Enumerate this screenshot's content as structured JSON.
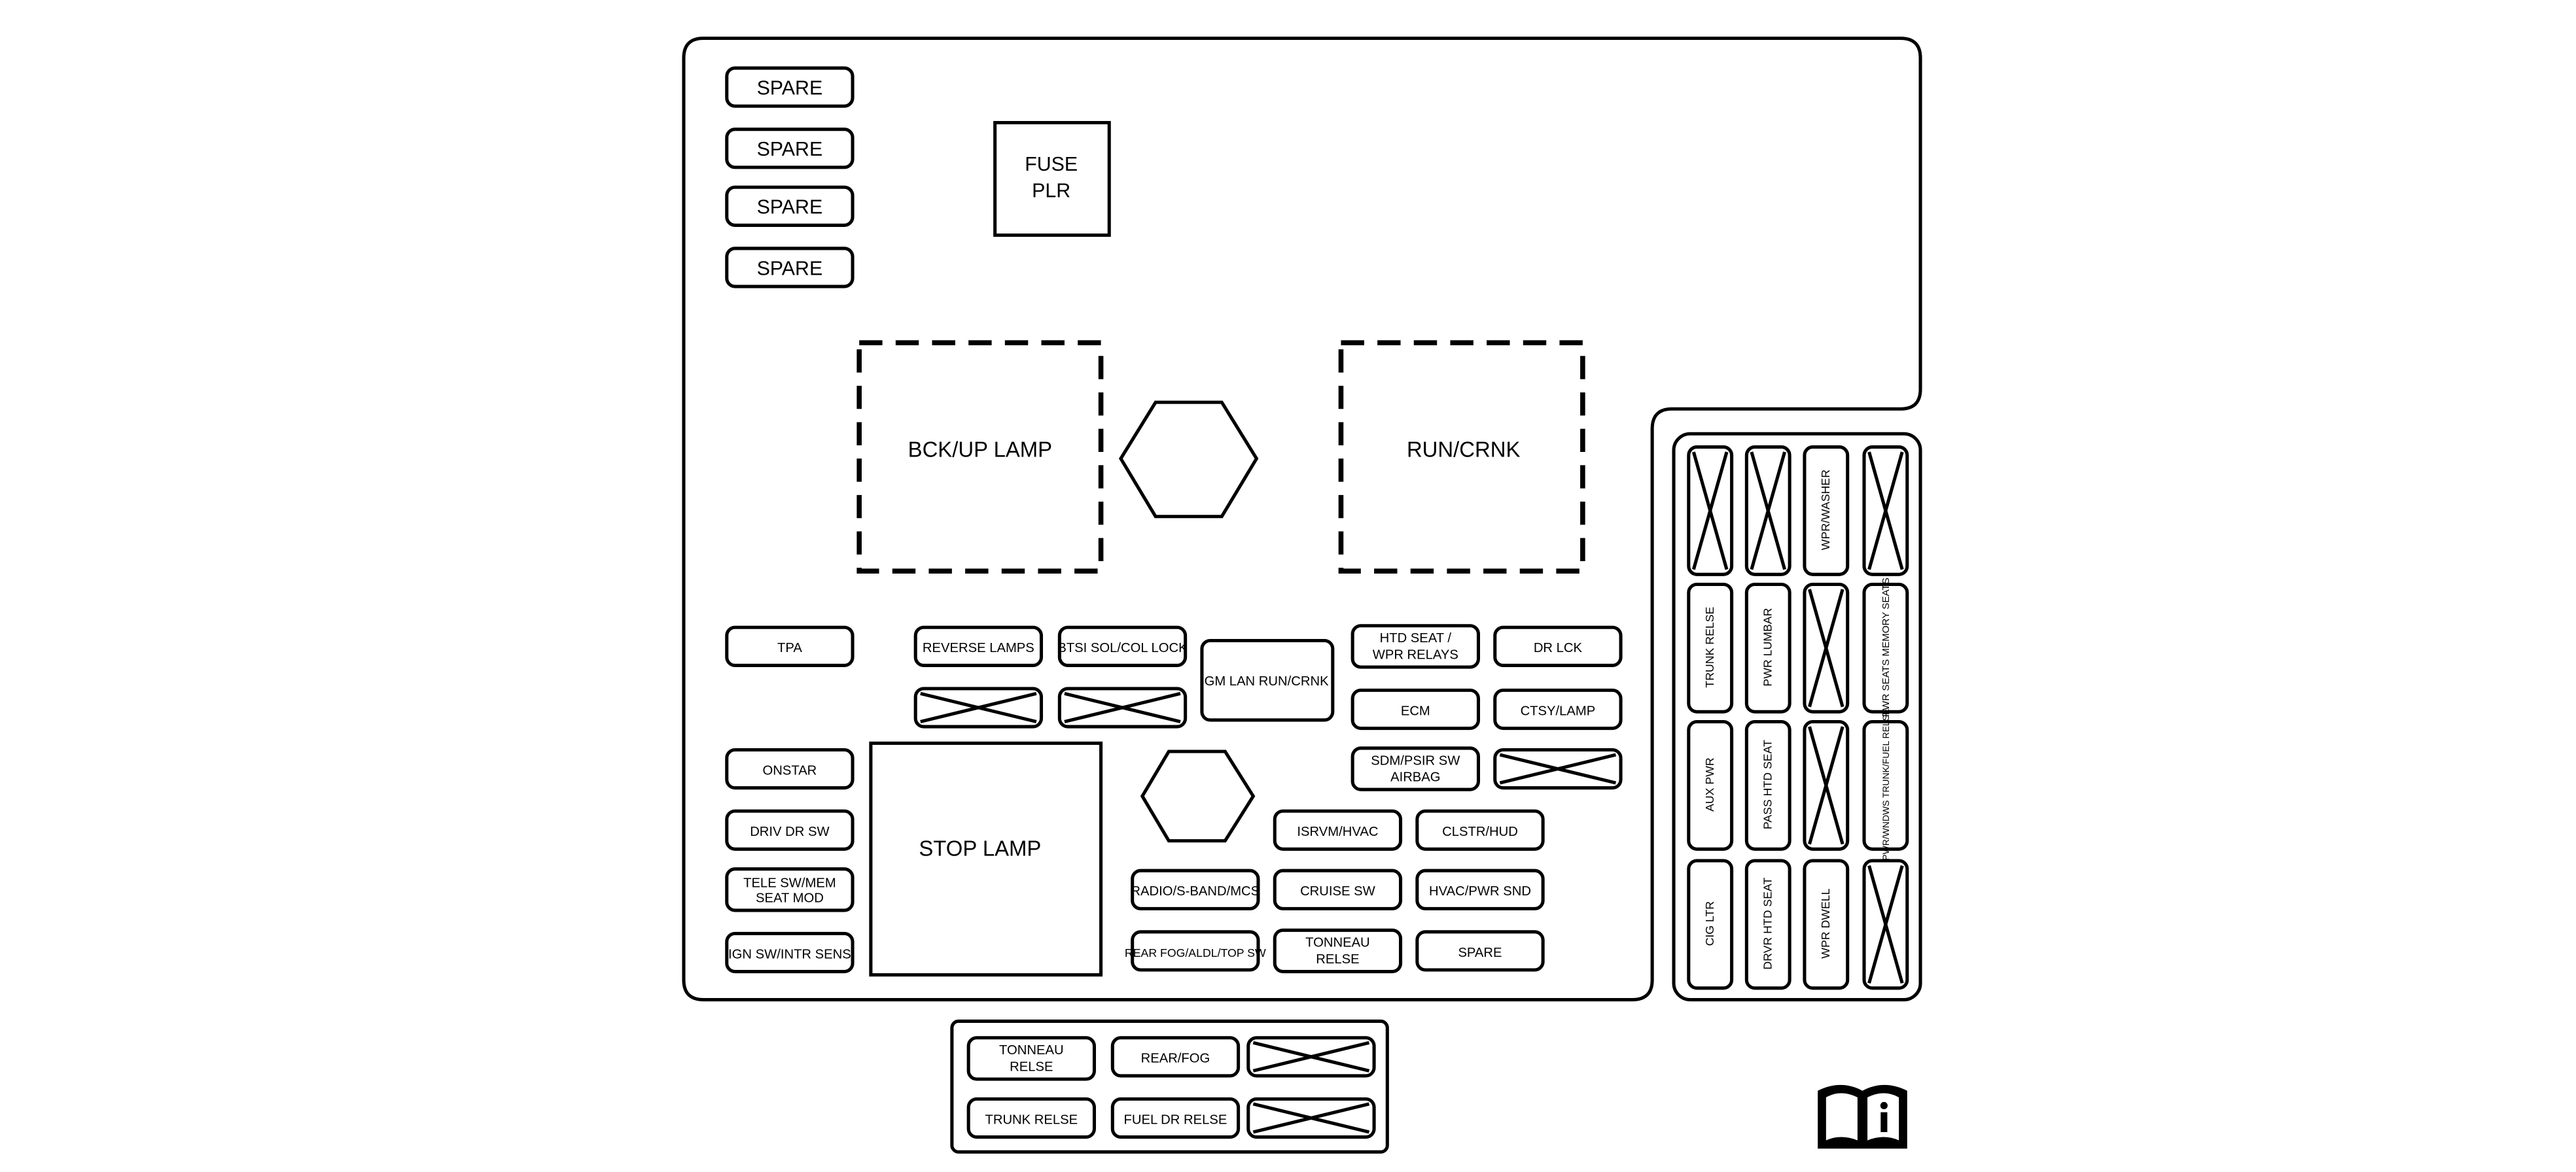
{
  "colors": {
    "stroke": "#000000",
    "background": "#ffffff"
  },
  "spares": [
    "SPARE",
    "SPARE",
    "SPARE",
    "SPARE"
  ],
  "fuse_puller": {
    "line1": "FUSE",
    "line2": "PLR"
  },
  "relays": {
    "backup": "BCK/UP LAMP",
    "run_crank": "RUN/CRNK",
    "stop": "STOP LAMP"
  },
  "fuses": {
    "tpa": "TPA",
    "reverse_lamps": "REVERSE LAMPS",
    "btsi": "BTSI SOL/COL LOCK",
    "gmlan": "GM LAN RUN/CRNK",
    "htd_seat_1": "HTD SEAT /",
    "htd_seat_2": "WPR RELAYS",
    "dr_lck": "DR LCK",
    "ecm": "ECM",
    "ctsy_lamp": "CTSY/LAMP",
    "sdm_1": "SDM/PSIR SW",
    "sdm_2": "AIRBAG",
    "onstar": "ONSTAR",
    "driv_dr_sw": "DRIV DR SW",
    "tele_1": "TELE SW/MEM",
    "tele_2": "SEAT MOD",
    "ign_sw": "IGN SW/INTR SENS",
    "isrvm": "ISRVM/HVAC",
    "clstr": "CLSTR/HUD",
    "radio": "RADIO/S-BAND/MCS",
    "cruise": "CRUISE SW",
    "hvac": "HVAC/PWR SND",
    "rear_fog": "REAR FOG/ALDL/TOP SW",
    "tonneau_1": "TONNEAU",
    "tonneau_2": "RELSE",
    "spare_small": "SPARE"
  },
  "right_block": {
    "row1": [
      "",
      "",
      "WPR/WASHER",
      ""
    ],
    "row2": [
      "TRUNK RELSE",
      "PWR LUMBAR",
      "",
      "PWR SEATS MEMORY SEATS"
    ],
    "row3": [
      "AUX PWR",
      "PASS HTD SEAT",
      "",
      "PWR/WNDWS TRUNK/FUEL RELSE"
    ],
    "row4": [
      "CIG LTR",
      "DRVR HTD SEAT",
      "WPR DWELL",
      ""
    ]
  },
  "bottom_block": {
    "tonneau_1": "TONNEAU",
    "tonneau_2": "RELSE",
    "rear_fog": "REAR/FOG",
    "trunk_relse": "TRUNK RELSE",
    "fuel_dr_relse": "FUEL DR RELSE"
  },
  "icons": [
    "book-info-icon"
  ]
}
